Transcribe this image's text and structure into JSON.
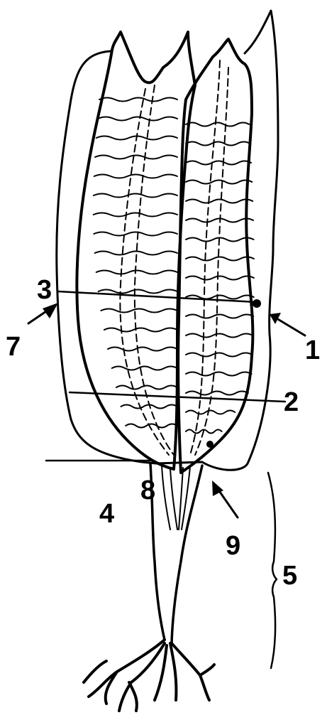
{
  "colors": {
    "ink": "#000000",
    "background": "#ffffff"
  },
  "labels": {
    "l1": "1",
    "l2": "2",
    "l3": "3",
    "l4": "4",
    "l5": "5",
    "l7": "7",
    "l8": "8",
    "l9": "9"
  }
}
